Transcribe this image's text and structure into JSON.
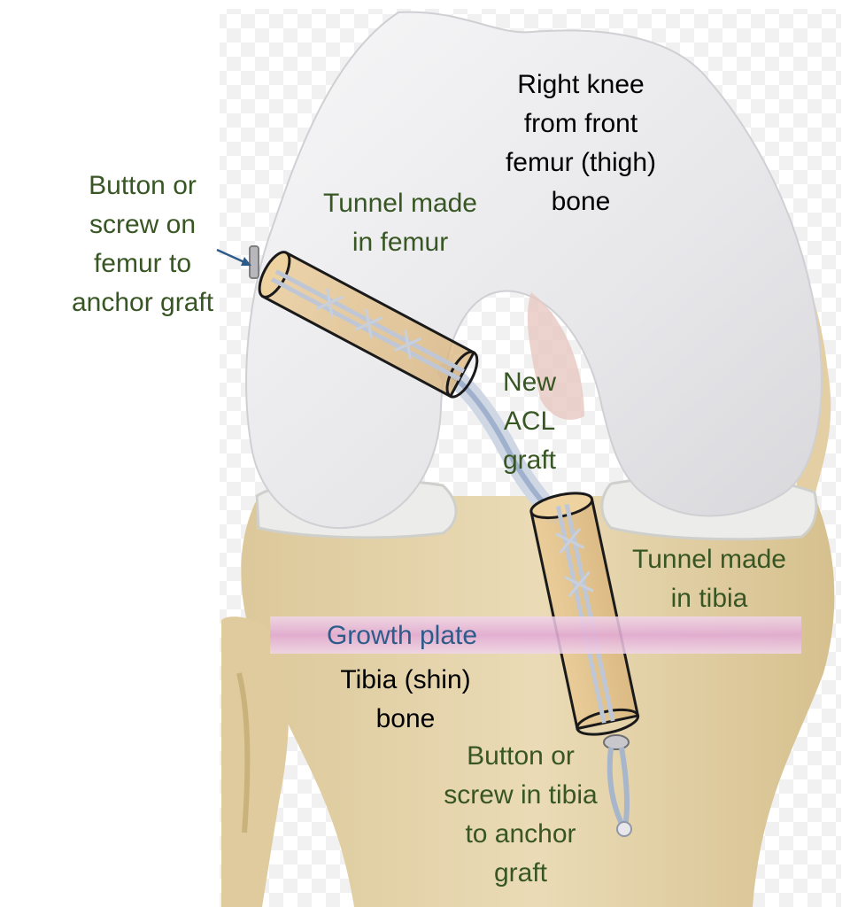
{
  "labels": {
    "right_knee": [
      "Right knee",
      "from front",
      "femur (thigh)",
      "bone"
    ],
    "femur_button": [
      "Button or",
      "screw on",
      "femur to",
      "anchor graft"
    ],
    "femur_tunnel": [
      "Tunnel made",
      "in femur"
    ],
    "new_acl": [
      "New",
      "ACL",
      "graft"
    ],
    "tibia_tunnel": [
      "Tunnel made",
      "in tibia"
    ],
    "growth_plate": "Growth plate",
    "tibia_bone": [
      "Tibia (shin)",
      "bone"
    ],
    "tibia_button": [
      "Button or",
      "screw in tibia",
      "to anchor",
      "graft"
    ]
  },
  "colors": {
    "label_dark": "#000000",
    "label_green": "#375623",
    "label_blue": "#2e5c8a",
    "growth_plate": "#e6b3d9",
    "femur": "#ececee",
    "tibia": "#e6d3a8",
    "tunnel_outline": "#1a1a1a"
  }
}
